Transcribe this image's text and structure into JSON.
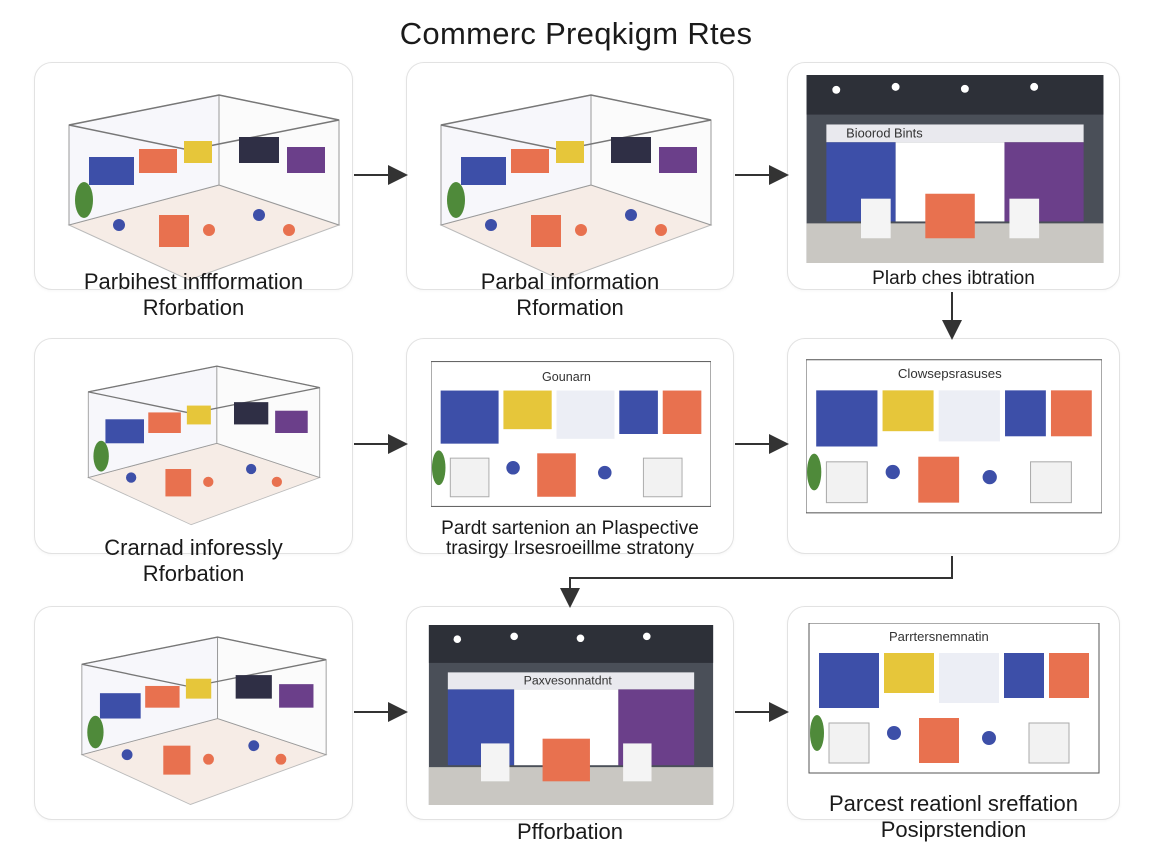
{
  "title": "Commerc Preqkigm Rtes",
  "cards": [
    {
      "caption": [
        "Parbihest inffformation",
        "Rforbation"
      ]
    },
    {
      "caption": [
        "Parbal information",
        "Rformation"
      ]
    },
    {
      "caption": [
        "Plarb ches ibtration"
      ],
      "sign": "Bioorod Bints"
    },
    {
      "caption": [
        "Crarnad inforessly",
        "Rforbation"
      ]
    },
    {
      "caption": [
        "Pardt sartenion an Plaspective",
        "trasirgy Irsesroeillme stratony"
      ],
      "sign": "Gounarn"
    },
    {
      "caption": [],
      "sign": "Clowsepsrasuses"
    },
    {
      "caption": []
    },
    {
      "caption": [
        "Pfforbation"
      ],
      "sign": "Paxvesonnatdnt"
    },
    {
      "caption": [
        "Parcest reationl sreffation",
        "Posiprstendion"
      ],
      "sign": "Parrtersnemnatin"
    }
  ],
  "colors": {
    "blue": "#3d4fa8",
    "orange": "#e8714f",
    "yellow": "#e6c63a",
    "purple": "#6b3f8a",
    "green": "#4f8a3a"
  }
}
